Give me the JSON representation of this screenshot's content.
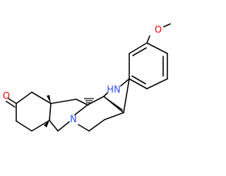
{
  "atoms": {
    "methoxy_o": {
      "symbol": "O",
      "color": "#ff0000"
    },
    "ketone_o": {
      "symbol": "O",
      "color": "#ff0000"
    },
    "indole_nh": {
      "symbol": "HN",
      "color": "#3050f8"
    },
    "amine_n": {
      "symbol": "N",
      "color": "#3050f8"
    }
  },
  "colors": {
    "bond": "#000000",
    "oxygen": "#ff0000",
    "nitrogen": "#3050f8",
    "background": "#ffffff"
  }
}
